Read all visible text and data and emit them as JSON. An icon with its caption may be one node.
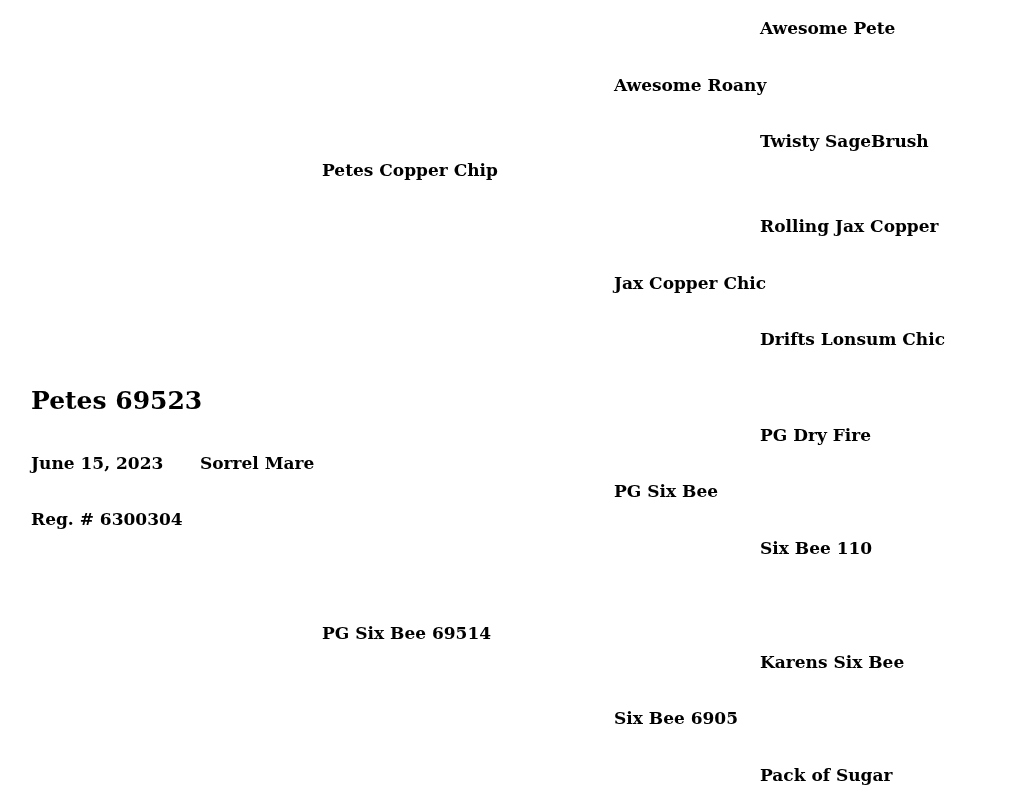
{
  "diagram": {
    "title": "Petes 69523",
    "labels": [
      "Awesome Pete",
      "Awesome Roany",
      "Twisty SageBrush",
      "Petes Copper Chip",
      "Rolling Jax Copper",
      "Jax Copper Chic",
      "Drifts Lonsum Chic",
      "PG Dry Fire",
      "June 15, 2023",
      "Sorrel Mare",
      "PG Six Bee",
      "Reg. # 6300304",
      "Six Bee 110",
      "PG Six Bee 69514",
      "Karens Six Bee",
      "Six Bee 6905",
      "Pack of Sugar"
    ]
  }
}
